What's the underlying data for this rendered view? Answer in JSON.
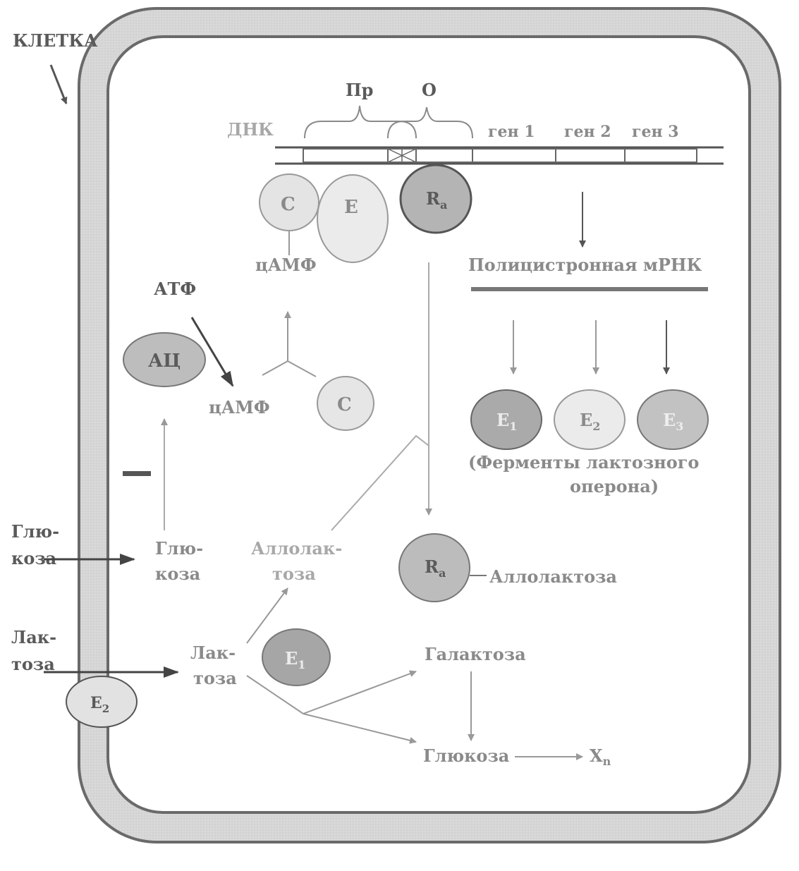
{
  "cell_label": "КЛЕТКА",
  "dna": {
    "label": "ДНК",
    "promoter": "Пр",
    "operator": "О",
    "genes": [
      "ген 1",
      "ген 2",
      "ген 3"
    ]
  },
  "proteins": {
    "c_top": "C",
    "e_top": "E",
    "repressor_top": "R",
    "repressor_top_sub": "a",
    "camp_top": "цАМФ",
    "atp": "АТФ",
    "adenylate_cyclase": "АЦ",
    "camp_mid": "цАМФ",
    "c_mid": "C",
    "repressor_bottom": "R",
    "repressor_bottom_sub": "a",
    "allolactose_bound": "Аллолактоза",
    "e1_cytoplasm": "E",
    "e1_cytoplasm_sub": "1",
    "e2_membrane": "E",
    "e2_membrane_sub": "2"
  },
  "mrna": {
    "label": "Полицистронная мРНК"
  },
  "enzymes": {
    "items": [
      {
        "label": "E",
        "sub": "1"
      },
      {
        "label": "E",
        "sub": "2"
      },
      {
        "label": "E",
        "sub": "3"
      }
    ],
    "caption_line1": "(Ферменты лактозного",
    "caption_line2": "оперона)"
  },
  "metabolites": {
    "glucose_outside_1": "Глю-",
    "glucose_outside_2": "коза",
    "glucose_inside_1": "Глю-",
    "glucose_inside_2": "коза",
    "lactose_outside_1": "Лак-",
    "lactose_outside_2": "тоза",
    "lactose_inside_1": "Лак-",
    "lactose_inside_2": "тоза",
    "allolactose_1": "Аллолак-",
    "allolactose_2": "тоза",
    "galactose": "Галактоза",
    "glucose_product": "Глюкоза",
    "xn": "X",
    "xn_sub": "n"
  },
  "inhibition_sign": "—"
}
